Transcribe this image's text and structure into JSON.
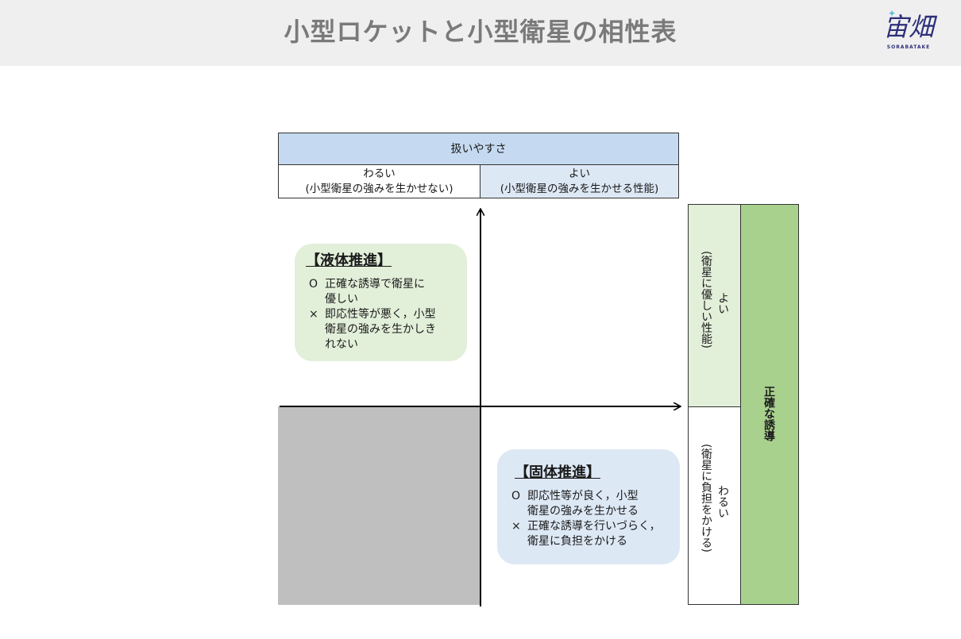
{
  "header": {
    "title": "小型ロケットと小型衛星の相性表",
    "logo_text": "宙畑",
    "logo_sub": "SORABATAKE"
  },
  "ease_axis": {
    "title": "扱いやすさ",
    "bad_line1": "わるい",
    "bad_line2": "(小型衛星の強みを生かせない)",
    "good_line1": "よい",
    "good_line2": "(小型衛星の強みを生かせる性能)"
  },
  "accuracy_axis": {
    "title": "正確な誘導",
    "good_main": "よい",
    "good_sub": "(衛星に優しい性能)",
    "bad_main": "わるい",
    "bad_sub": "(衛星に負担をかける)"
  },
  "liquid": {
    "title": "【液体推進】",
    "pro_mark": "O",
    "pro_line1": "正確な誘導で衛星に",
    "pro_line2": "優しい",
    "con_mark": "×",
    "con_line1": "即応性等が悪く，小型",
    "con_line2": "衛星の強みを生かしき",
    "con_line3": "れない"
  },
  "solid": {
    "title": "【固体推進】",
    "pro_mark": "O",
    "pro_line1": "即応性等が良く，小型",
    "pro_line2": "衛星の強みを生かせる",
    "con_mark": "×",
    "con_line1": "正確な誘導を行いづらく，",
    "con_line2": "衛星に負担をかける"
  }
}
